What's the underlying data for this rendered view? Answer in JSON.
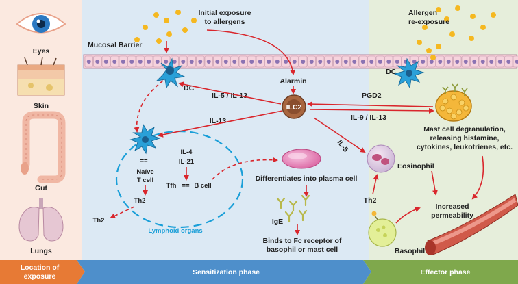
{
  "organs": [
    {
      "label": "Eyes"
    },
    {
      "label": "Skin"
    },
    {
      "label": "Gut"
    },
    {
      "label": "Lungs"
    }
  ],
  "phases": {
    "location": {
      "label_line1": "Location of",
      "label_line2": "exposure"
    },
    "sensitization": {
      "label": "Sensitization phase"
    },
    "effector": {
      "label": "Effector phase"
    }
  },
  "sensitization": {
    "exposure_line1": "Initial exposure",
    "exposure_line2": "to allergens",
    "mucosal_barrier": "Mucosal Barrier",
    "dc": "DC",
    "alarmin": "Alarmin",
    "ilc2": "ILC2",
    "il5_il13": "IL-5 / IL-13",
    "il13": "IL-13",
    "il4": "IL-4",
    "il21": "IL-21",
    "naive_line1": "Naïve",
    "naive_line2": "T cell",
    "th2_inner": "Th2",
    "th2_outer": "Th2",
    "tfh": "Tfh",
    "equals": "==",
    "b_cell": "B cell",
    "lymphoid": "Lymphoid organs",
    "plasma": "Differentiates into plasma cell",
    "ige": "IgE",
    "binds_line1": "Binds to Fc receptor of",
    "binds_line2": "basophil or mast cell"
  },
  "effector": {
    "reexposure_line1": "Allergen",
    "reexposure_line2": "re-exposure",
    "dc": "DC",
    "pgd2": "PGD2",
    "il9_il13": "IL-9 / IL-13",
    "il5": "IL-5",
    "mast_line1": "Mast cell degranulation,",
    "mast_line2": "releasing histamine,",
    "mast_line3": "cytokines, leukotrienes, etc.",
    "eosinophil": "Eosinophil",
    "th2": "Th2",
    "increased_line1": "Increased",
    "increased_line2": "permeability",
    "basophil": "Basophil"
  },
  "colors": {
    "location_bg": "#fbe9e0",
    "sensitization_bg": "#dce9f4",
    "effector_bg": "#e6eedb",
    "arrow_red": "#d9262c",
    "lymphoid_blue": "#1a9fd8",
    "location_bar": "#e77a35",
    "sensitization_bar": "#4e8fcb",
    "effector_bar": "#7fa84c"
  }
}
